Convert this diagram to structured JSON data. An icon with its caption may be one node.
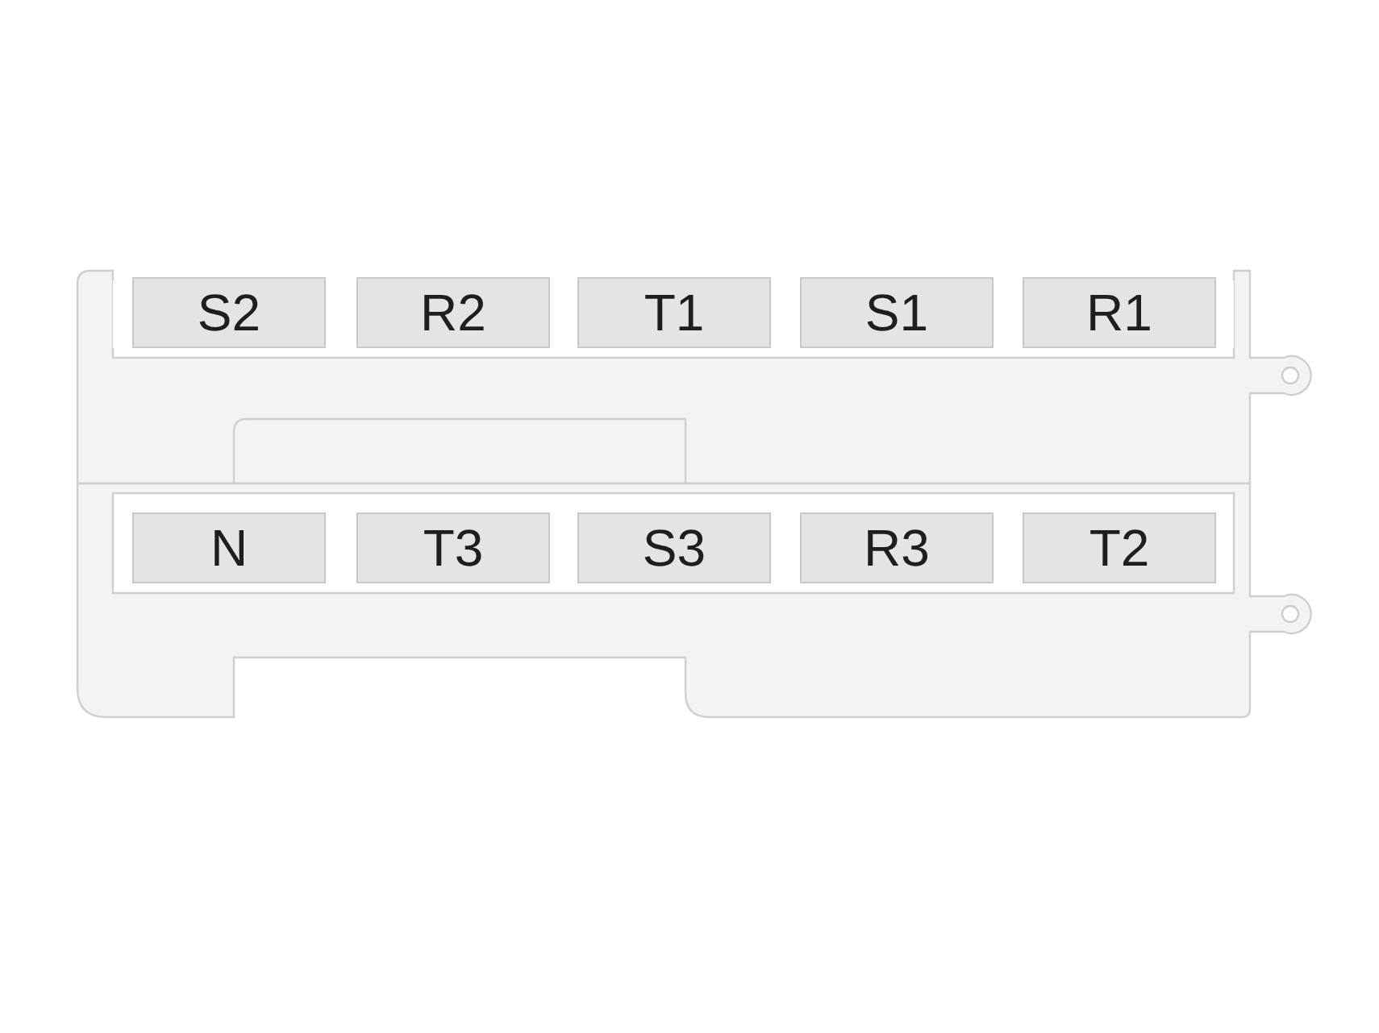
{
  "diagram": {
    "nodes": [
      {
        "text": [
          "S2"
        ]
      },
      {
        "text": [
          "R2"
        ]
      },
      {
        "text": [
          "T1"
        ]
      },
      {
        "text": [
          "S1"
        ]
      },
      {
        "text": [
          "R1"
        ]
      },
      {
        "text": [
          "N"
        ]
      },
      {
        "text": [
          "T3"
        ]
      },
      {
        "text": [
          "S3"
        ]
      },
      {
        "text": [
          "R3"
        ]
      },
      {
        "text": [
          "T2"
        ]
      }
    ]
  }
}
